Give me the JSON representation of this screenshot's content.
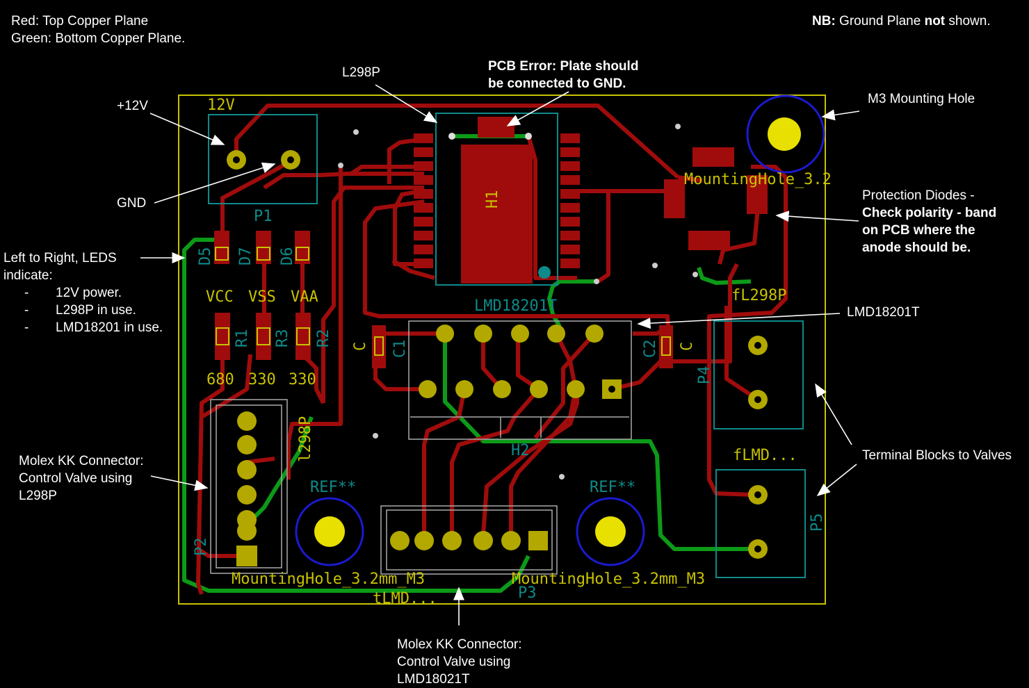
{
  "legend": {
    "red": "Red: Top Copper Plane",
    "green": "Green: Bottom Copper Plane.",
    "note_prefix": "NB:",
    "note_mid": " Ground Plane ",
    "note_bold": "not",
    "note_suffix": " shown."
  },
  "callouts": {
    "l298p": "L298P",
    "pcb_error_1": "PCB Error: Plate should",
    "pcb_error_2": "be connected to GND.",
    "mount": "M3 Mounting Hole",
    "p12v": "+12V",
    "gnd": "GND",
    "diodes_1": "Protection Diodes -",
    "diodes_2": "Check polarity - band",
    "diodes_3": "on PCB where the",
    "diodes_4": "anode should be.",
    "leds_1": "Left to Right, LEDS",
    "leds_2": "indicate:",
    "leds_items": [
      "12V power.",
      "L298P in use.",
      "LMD18201 in use."
    ],
    "lmd": "LMD18201T",
    "molex_left_1": "Molex KK Connector:",
    "molex_left_2": "Control Valve using",
    "molex_left_3": "L298P",
    "terminal": "Terminal Blocks to Valves",
    "molex_bottom_1": "Molex KK Connector:",
    "molex_bottom_2": "Control Valve using",
    "molex_bottom_3": "LMD18021T"
  },
  "silk": {
    "v12": "12V",
    "p1": "P1",
    "d5": "D5",
    "d7": "D7",
    "d6": "D6",
    "vcc": "VCC",
    "vss": "VSS",
    "vaa": "VAA",
    "r1": "R1",
    "r3": "R3",
    "r2": "R2",
    "res1": "680",
    "res3": "330",
    "res2": "330",
    "c1": "C1",
    "c2": "C2",
    "c_a": "C",
    "c_b": "C",
    "l298p_top": "LMD18201T",
    "fl298p": "fL298P",
    "flmd": "fLMD...",
    "tlmd": "tLMD...",
    "l298p_side": "l298P",
    "p2": "P2",
    "p3": "P3",
    "p4": "P4",
    "p5": "P5",
    "h1": "H1",
    "h2": "H2",
    "mh_tr": "MountingHole_3.2",
    "mh_l": "MountingHole_3.2mm_M3",
    "mh_r": "MountingHole_3.2mm_M3",
    "ref_l": "REF**",
    "ref_r": "REF**"
  },
  "colors": {
    "board_edge": "#c8c200",
    "copper_top": "#a00c0c",
    "copper_bottom": "#0c9a18",
    "pad": "#b3a800",
    "fab": "#0e8a8a",
    "annotation": "#ffffff"
  }
}
